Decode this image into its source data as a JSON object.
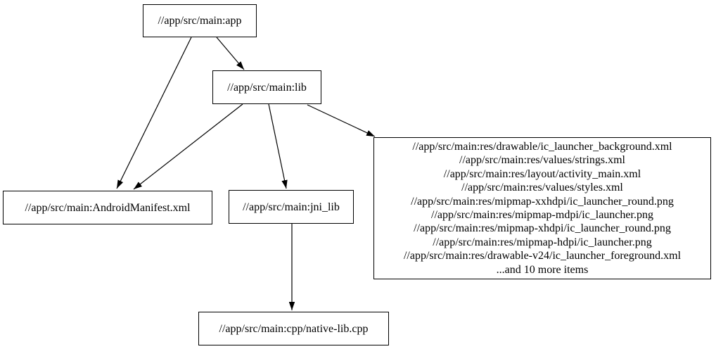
{
  "diagram": {
    "kind": "build-dependency-graph",
    "background_color": "#ffffff",
    "node_fill_color": "#ffffff",
    "node_border_color": "#000000",
    "edge_color": "#000000"
  },
  "nodes": {
    "app": {
      "label": "//app/src/main:app"
    },
    "lib": {
      "label": "//app/src/main:lib"
    },
    "android_manifest": {
      "label": "//app/src/main:AndroidManifest.xml"
    },
    "jni_lib": {
      "label": "//app/src/main:jni_lib"
    },
    "native_lib_cpp": {
      "label": "//app/src/main:cpp/native-lib.cpp"
    },
    "res_files": {
      "lines": [
        "//app/src/main:res/drawable/ic_launcher_background.xml",
        "//app/src/main:res/values/strings.xml",
        "//app/src/main:res/layout/activity_main.xml",
        "//app/src/main:res/values/styles.xml",
        "//app/src/main:res/mipmap-xxhdpi/ic_launcher_round.png",
        "//app/src/main:res/mipmap-mdpi/ic_launcher.png",
        "//app/src/main:res/mipmap-xhdpi/ic_launcher_round.png",
        "//app/src/main:res/mipmap-hdpi/ic_launcher.png",
        "//app/src/main:res/drawable-v24/ic_launcher_foreground.xml",
        "...and 10 more items"
      ]
    }
  },
  "edges": [
    {
      "from": "app",
      "to": "android_manifest"
    },
    {
      "from": "app",
      "to": "lib"
    },
    {
      "from": "lib",
      "to": "android_manifest"
    },
    {
      "from": "lib",
      "to": "jni_lib"
    },
    {
      "from": "lib",
      "to": "res_files"
    },
    {
      "from": "jni_lib",
      "to": "native_lib_cpp"
    }
  ]
}
